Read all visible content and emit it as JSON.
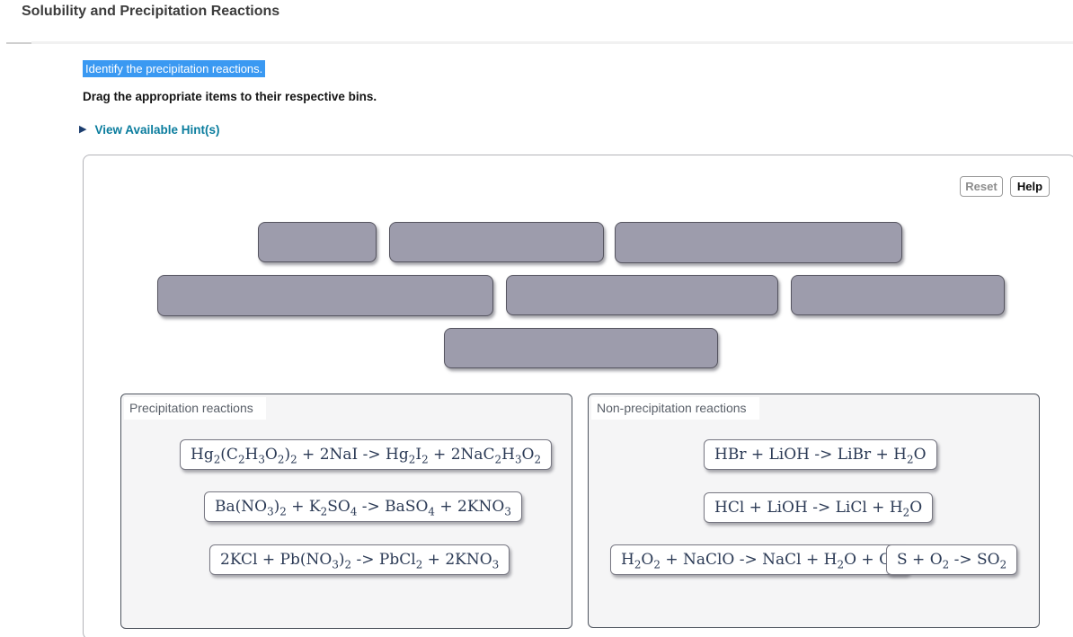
{
  "page": {
    "title": "Solubility and Precipitation Reactions"
  },
  "instructions": {
    "highlighted": "Identify the precipitation reactions.",
    "drag_note": "Drag the appropriate items to their respective bins.",
    "hint_link": "View Available Hint(s)"
  },
  "toolbar": {
    "reset": "Reset",
    "help": "Help"
  },
  "drag_tray": {
    "empty_slot_count": 7
  },
  "bins": [
    {
      "label": "Precipitation reactions",
      "items": [
        "Hg2(C2H3O2)2 + 2NaI -> Hg2I2 + 2NaC2H3O2",
        "Ba(NO3)2 + K2SO4 -> BaSO4 + 2KNO3",
        "2KCl + Pb(NO3)2 -> PbCl2 + 2KNO3"
      ]
    },
    {
      "label": "Non-precipitation reactions",
      "items": [
        "HBr + LiOH -> LiBr + H2O",
        "HCl + LiOH -> LiCl + H2O",
        "H2O2 + NaClO -> NaCl + H2O + O2",
        "S + O2 -> SO2"
      ]
    }
  ],
  "colors": {
    "highlight_bg": "#3a99f2",
    "hint_link": "#0b7d9e",
    "drag_item_fill": "#9d9cac",
    "equation_text": "#2b3a55",
    "bin_border": "#4f555f"
  }
}
